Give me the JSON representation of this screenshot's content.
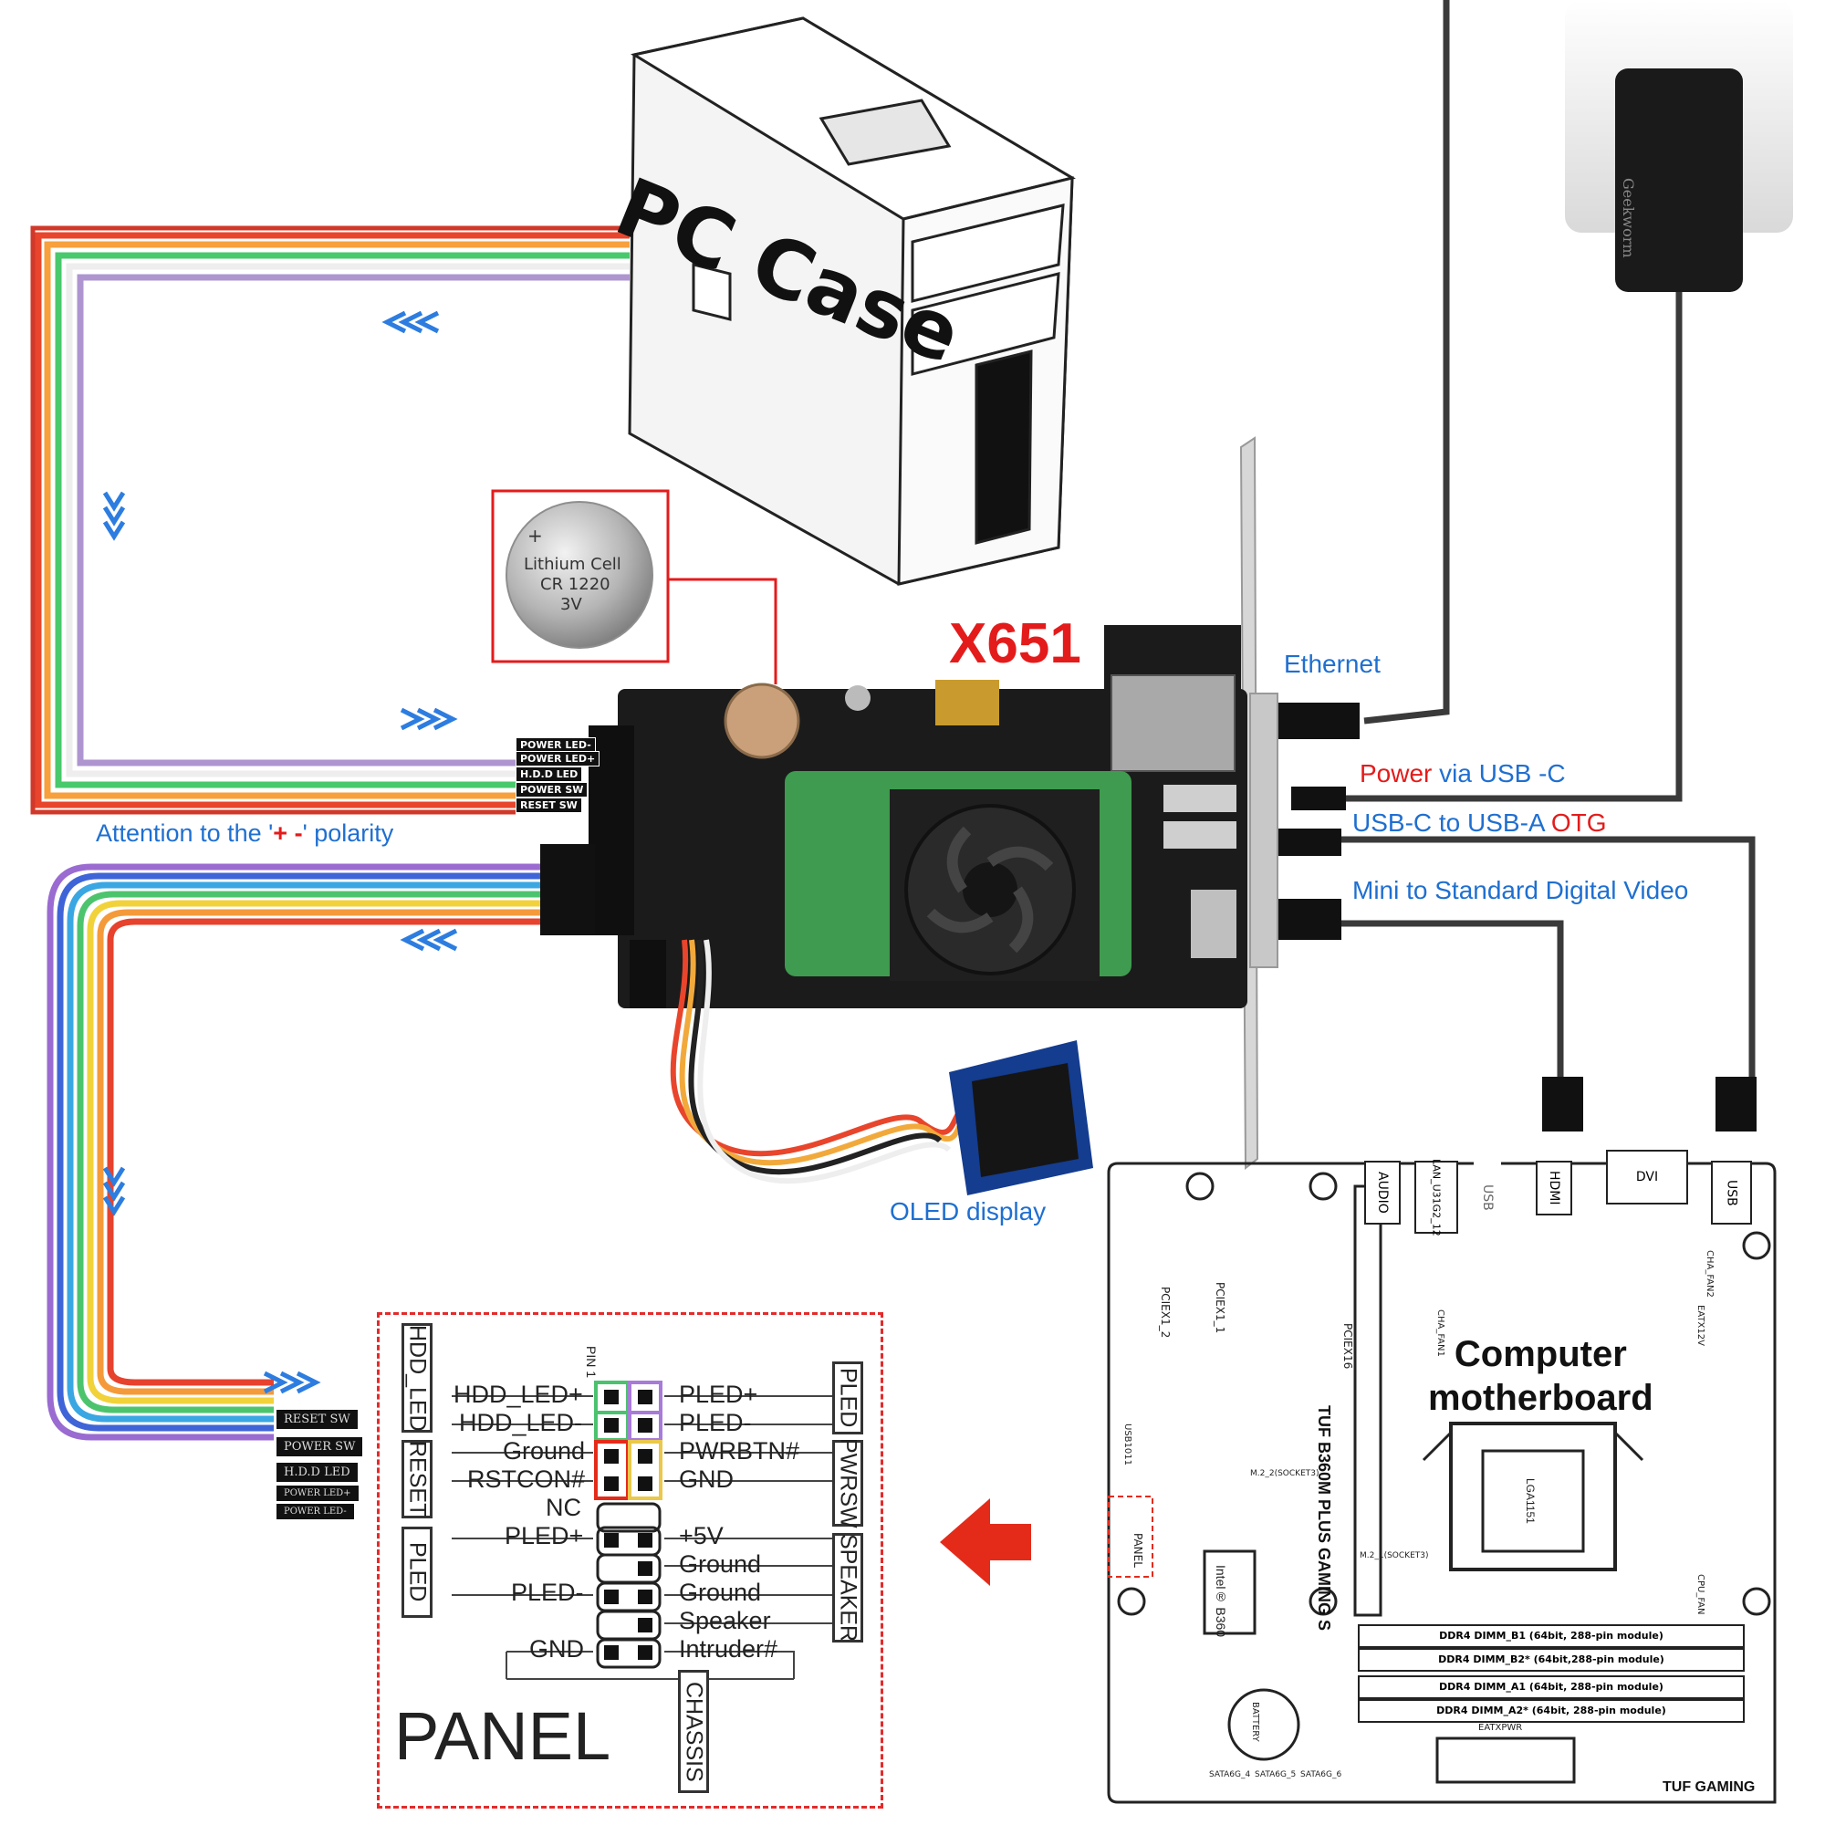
{
  "board_name": "X651",
  "case_label": "PC Case",
  "battery": {
    "line1": "Lithium Cell",
    "line2": "CR 1220",
    "line3": "3V",
    "plus": "+"
  },
  "connections": {
    "ethernet": "Ethernet",
    "power_word": "Power",
    "power_rest": " via USB -C",
    "otg_main": "USB-C to USB-A ",
    "otg_word": "OTG",
    "video": "Mini to Standard Digital Video",
    "oled": "OLED display"
  },
  "polarity": {
    "before": "Attention to the '",
    "mark": "+ -",
    "after": "' polarity"
  },
  "top_header_tags": [
    "POWER LED-",
    "POWER LED+",
    "H.D.D LED",
    "POWER SW",
    "RESET SW"
  ],
  "bottom_header_tags": [
    "RESET SW",
    "POWER SW",
    "H.D.D LED",
    "POWER LED+",
    "POWER LED-"
  ],
  "panel": {
    "title": "PANEL",
    "pin1": "PIN 1",
    "left_labels": [
      "HDD_LED+",
      "HDD_LED-",
      "Ground",
      "RSTCON#",
      "NC",
      "PLED+",
      "PLED-",
      "GND"
    ],
    "right_labels": [
      "PLED+",
      "PLED-",
      "PWRBTN#",
      "GND",
      "+5V",
      "Ground",
      "Ground",
      "Speaker",
      "Intruder#"
    ],
    "groups_left": [
      "HDD_LED",
      "RESET",
      "PLED"
    ],
    "groups_right": [
      "PLED",
      "PWRSW",
      "SPEAKER"
    ],
    "chassis": "CHASSIS"
  },
  "motherboard": {
    "title_line1": "Computer",
    "title_line2": "motherboard",
    "model": "TUF B360M PLUS GAMING S",
    "brand": "TUF GAMING",
    "chipset": "Intel® B360",
    "socket": "LGA1151",
    "ports": [
      "AUDIO",
      "LAN_U31G2_12",
      "USB",
      "HDMI",
      "DVI",
      "USB"
    ],
    "dimms": [
      "DDR4 DIMM_B1 (64bit, 288-pin module)",
      "DDR4 DIMM_B2* (64bit,288-pin module)",
      "DDR4 DIMM_A1 (64bit, 288-pin module)",
      "DDR4 DIMM_A2* (64bit, 288-pin module)"
    ],
    "small_labels": [
      "PANEL",
      "PCIEX16",
      "PCIEX1_1",
      "PCIEX1_2",
      "BATTERY",
      "EATXPWR",
      "CPU_FAN",
      "CHA_FAN1",
      "CHA_FAN2",
      "EATX12V",
      "SATA6G_4",
      "SATA6G_5",
      "SATA6G_6",
      "USB1011",
      "M.2_1(SOCKET3)",
      "M.2_2(SOCKET3)"
    ]
  },
  "psu_brand": "Geekworm",
  "colors": {
    "accent_red": "#e41b1b",
    "accent_blue": "#1f6fd1",
    "board": "#1b1b1b",
    "pcb_green": "#3f9b4f"
  }
}
